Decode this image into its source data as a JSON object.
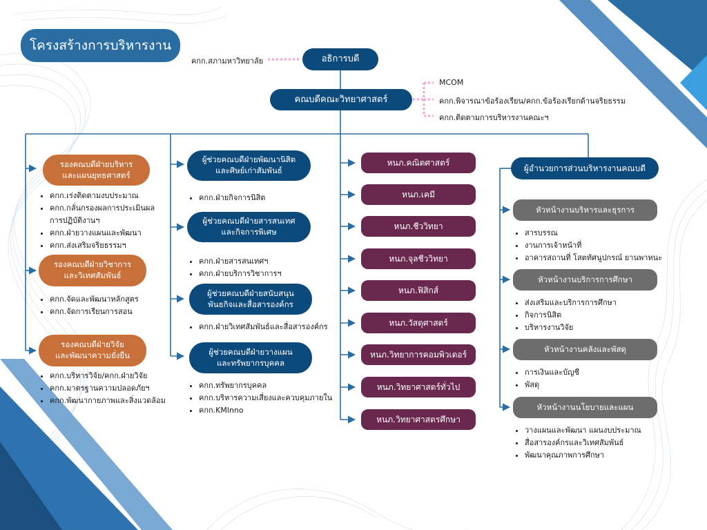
{
  "title": "โครงสร้างการบริหารงาน",
  "top": {
    "dean_office": "อธิการบดี",
    "council_note": "คกก.สภามหาวิทยาลัย",
    "faculty_dean": "คณบดีคณะวิทยาศาสตร์",
    "committees": [
      "MCOM",
      "คกก.พิจารณาข้อร้องเรียน/คกก.ข้อร้องเรียกด้านจริยธรรม",
      "คกก.ติดตามการบริหารงานคณะฯ"
    ]
  },
  "deputies": [
    {
      "label": "รองคณบดีฝ่ายบริหาร\nและแผนยุทธศาสตร์",
      "items": [
        "คกก.เร่งติดตามงบประมาณ",
        "คกก.กลั่นกรองผลการประเมินผล\nการปฏิบัติงานฯ",
        "คกก.ฝ่ายวางแผนและพัฒนา",
        "คกก.ส่งเสริมจริยธรรมฯ"
      ]
    },
    {
      "label": "รองคณบดีฝ่ายวิชาการ\nและวิเทศสัมพันธ์",
      "items": [
        "คกก.จัดและพัฒนาหลักสูตร",
        "คกก.จัดการเรียนการสอน"
      ]
    },
    {
      "label": "รองคณบดีฝ่ายวิจัย\nและพัฒนาความยั่งยืน",
      "items": [
        "คกก.บริหารวิจัย/คกก.ฝ่ายวิจัย",
        "คกก.มาตรฐานความปลอดภัยฯ",
        "คกก.พัฒนากายภาพและสิ่งแวดล้อม"
      ]
    }
  ],
  "assistants": [
    {
      "label": "ผู้ช่วยคณบดีฝ่ายพัฒนานิสิต\nและศิษย์เก่าสัมพันธ์",
      "items": [
        "คกก.ฝ่ายกิจการนิสิต"
      ]
    },
    {
      "label": "ผู้ช่วยคณบดีฝ่ายสารสนเทศ\nและกิจการพิเศษ",
      "items": [
        "คกก.ฝ่ายสารสนเทศฯ",
        "คกก.ฝ่ายบริการวิชาการฯ"
      ]
    },
    {
      "label": "ผู้ช่วยคณบดีฝ่ายสนับสนุน\nพันธกิจและสื่อสารองค์กร",
      "items": [
        "คกก.ฝ่ายวิเทศสัมพันธ์และสื่อสารองค์กร"
      ]
    },
    {
      "label": "ผู้ช่วยคณบดีฝ่ายวางแผน\nและทรัพยากรบุคคล",
      "items": [
        "คกก.ทรัพยากรบุคคล",
        "คกก.บริหารความเสี่ยงและควบคุมภายใน",
        "คกก.KMlnno"
      ]
    }
  ],
  "departments": [
    "หนภ.คณิตศาสตร์",
    "หนภ.เคมี",
    "หนภ.ชีววิทยา",
    "หนภ.จุลชีววิทยา",
    "หนภ.ฟิสิกส์",
    "หนภ.วัสดุศาสตร์",
    "หนภ.วิทยาการคอมพิวเตอร์",
    "หนภ.วิทยาศาสตร์ทั่วไป",
    "หนภ.วิทยาศาสตรศึกษา"
  ],
  "admin": {
    "director": "ผู้อำนวยการส่วนบริหารงานคณบดี",
    "units": [
      {
        "label": "หัวหน้างานบริหารและธุรการ",
        "items": [
          "สารบรรณ",
          "งานการเจ้าหน้าที่",
          "อาคารสถานที่ โสตทัศนูปกรณ์ ยานพาหนะ"
        ]
      },
      {
        "label": "หัวหน้างานบริการการศึกษา",
        "items": [
          "ส่งเสริมและบริการการศึกษา",
          "กิจการนิสิต",
          "บริหารงานวิจัย"
        ]
      },
      {
        "label": "หัวหน้างานคลังและพัสดุ",
        "items": [
          "การเงินและบัญชี",
          "พัสดุ"
        ]
      },
      {
        "label": "หัวหน้างานนโยบายและแผน",
        "items": [
          "วางแผนและพัฒนา แผนงบประมาณ",
          "สื่อสารองค์กรและวิเทศสัมพันธ์",
          "พัฒนาคุณภาพการศึกษา"
        ]
      }
    ]
  },
  "colors": {
    "navy": "#0d4a7c",
    "orange": "#c8703a",
    "plum": "#6a284f",
    "grey": "#6d6d6d",
    "line": "#2a6da3",
    "dots": "#f4a6d0"
  }
}
